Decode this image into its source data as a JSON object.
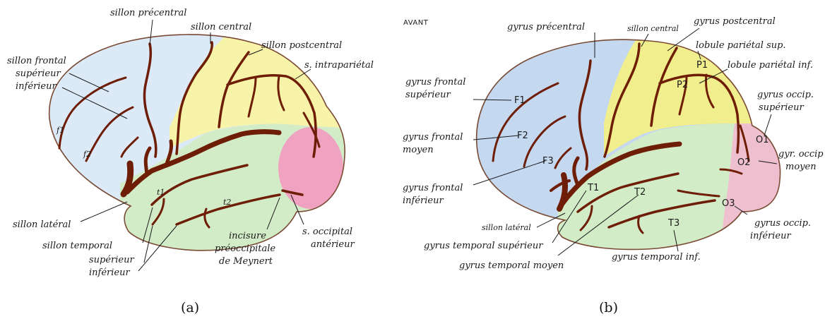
{
  "panel_a": {
    "caption": "(a)",
    "labels": {
      "sillon_precentral": "sillon précentral",
      "sillon_central": "sillon central",
      "sillon_postcentral": "sillon postcentral",
      "sillon_frontal": "sillon frontal",
      "superieur": "supérieur",
      "inferieur": "inférieur",
      "s_intraparietal": "s. intrapariétal",
      "f1": "f1",
      "f2": "f2",
      "t1": "t1",
      "t2": "t2",
      "sillon_lateral": "sillon latéral",
      "sillon_temporal": "sillon temporal",
      "t_superieur": "supérieur",
      "t_inferieur": "inférieur",
      "incisure_1": "incisure",
      "incisure_2": "préoccipitale",
      "incisure_3": "de Meynert",
      "s_occipital_1": "s. occipital",
      "s_occipital_2": "antérieur"
    }
  },
  "panel_b": {
    "caption": "(b)",
    "labels": {
      "avant": "AVANT",
      "gyrus_precentral": "gyrus précentral",
      "sillon_central": "sillon central",
      "gyrus_postcentral": "gyrus postcentral",
      "lobule_parietal_sup": "lobule pariétal sup.",
      "lobule_parietal_inf": "lobule pariétal inf.",
      "gyrus_frontal_sup_1": "gyrus frontal",
      "gyrus_frontal_sup_2": "supérieur",
      "gyrus_frontal_moy_1": "gyrus frontal",
      "gyrus_frontal_moy_2": "moyen",
      "gyrus_frontal_inf_1": "gyrus frontal",
      "gyrus_frontal_inf_2": "inférieur",
      "gyrus_occip_sup_1": "gyrus occip.",
      "gyrus_occip_sup_2": "supérieur",
      "gyr_occip_moy_1": "gyr. occip",
      "gyr_occip_moy_2": "moyen",
      "gyrus_occip_inf_1": "gyrus occip.",
      "gyrus_occip_inf_2": "inférieur",
      "sillon_lateral": "sillon latéral",
      "gyrus_temporal_sup": "gyrus temporal supérieur",
      "gyrus_temporal_moyen": "gyrus temporal moyen",
      "gyrus_temporal_inf": "gyrus temporal inf.",
      "F1": "F1",
      "F2": "F2",
      "F3": "F3",
      "P1": "P1",
      "P2": "P2",
      "T1": "T1",
      "T2": "T2",
      "T3": "T3",
      "O1": "O1",
      "O2": "O2",
      "O3": "O3"
    }
  },
  "colors": {
    "frontal": "#dce9f7",
    "frontal_b": "#c4d8f0",
    "parietal": "#f7f3a8",
    "parietal_b": "#f1ee8e",
    "temporal": "#d3ecc8",
    "occipital": "#f0a3c0",
    "occipital_b": "#eec0cf",
    "sulcus": "#6e1d06",
    "outline": "#7a4a34"
  }
}
